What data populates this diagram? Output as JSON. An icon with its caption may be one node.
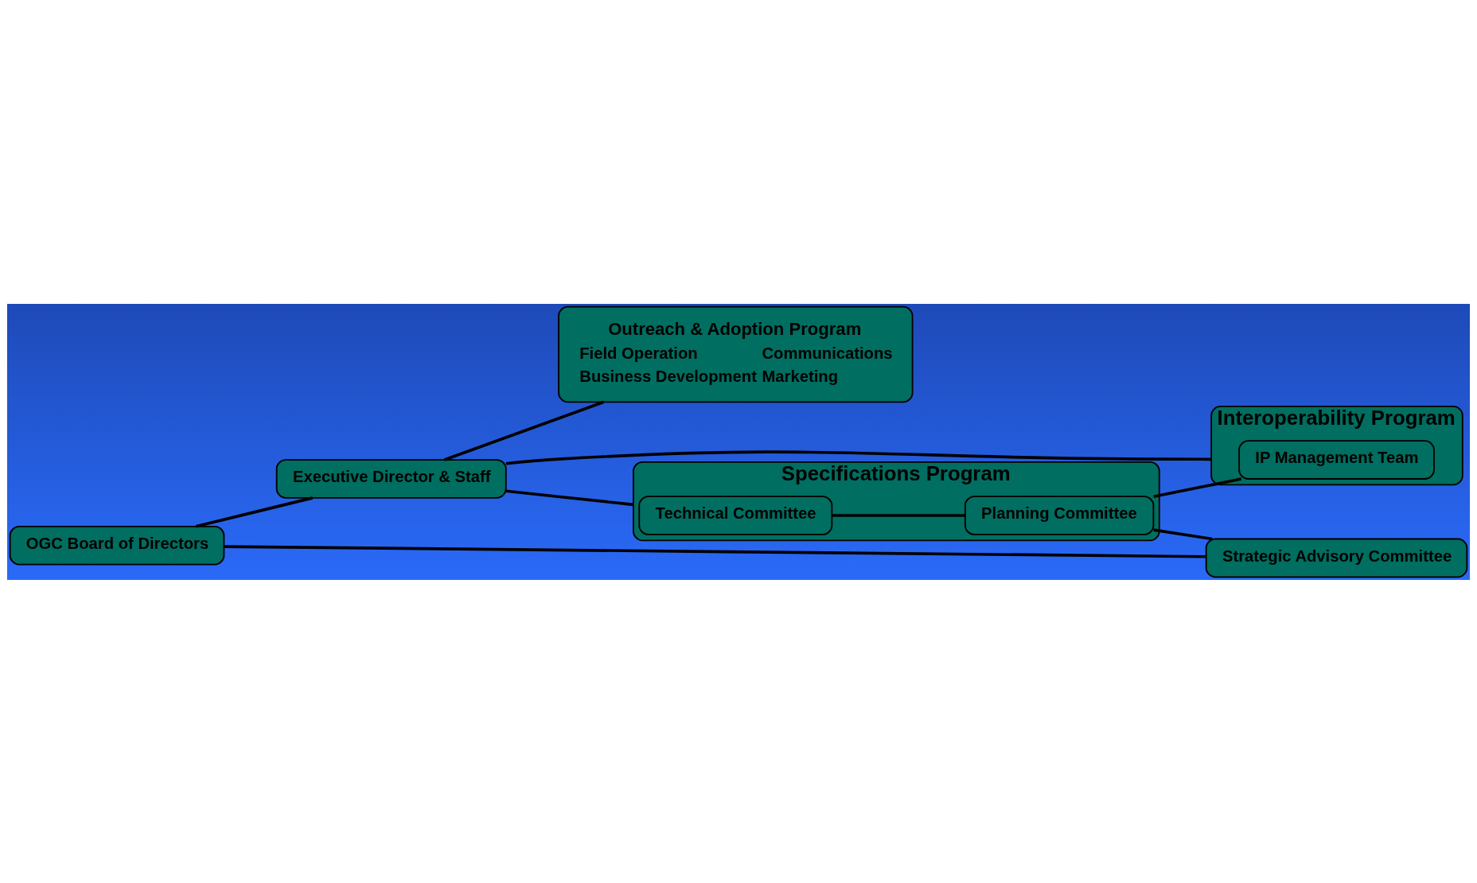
{
  "diagram": {
    "nodes": [
      {
        "text": [
          "OGC Board of Directors"
        ]
      },
      {
        "text": [
          "Executive Director & Staff"
        ]
      },
      {
        "text": [
          "Strategic Advisory Committee"
        ]
      },
      {
        "text": [
          "Specifications Program"
        ]
      },
      {
        "text": [
          "Technical Committee"
        ],
        "in": 3
      },
      {
        "text": [
          "Planning Committee"
        ],
        "in": 3
      },
      {
        "text": [
          "Interoperability Program"
        ]
      },
      {
        "text": [
          "IP Management Team"
        ],
        "in": 6
      },
      {
        "text": [
          "Outreach & Adoption Program",
          "Field Operation",
          "Communications",
          "Business Development",
          "Marketing"
        ]
      }
    ],
    "edges": [
      {
        "from": 0,
        "to": 1,
        "arrow": "none"
      },
      {
        "from": 0,
        "to": 2,
        "arrow": "none"
      },
      {
        "from": 1,
        "to": 3,
        "arrow": "none"
      },
      {
        "from": 1,
        "to": 6,
        "arrow": "none"
      },
      {
        "from": 1,
        "to": 8,
        "arrow": "none"
      },
      {
        "from": 4,
        "to": 5,
        "arrow": "none"
      },
      {
        "from": 5,
        "to": 2,
        "arrow": "none"
      },
      {
        "from": 5,
        "to": 7,
        "arrow": "none"
      }
    ]
  }
}
